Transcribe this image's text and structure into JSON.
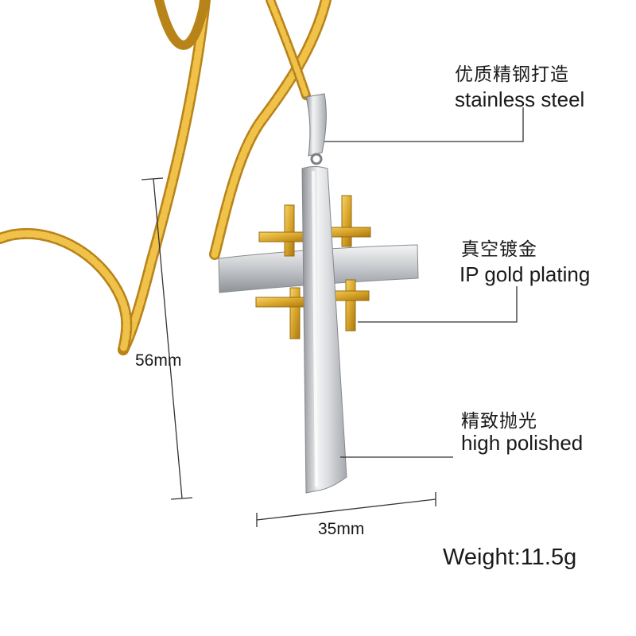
{
  "callouts": {
    "steel": {
      "zh": "优质精钢打造",
      "en": "stainless steel"
    },
    "gold": {
      "zh": "真空镀金",
      "en": "IP gold plating"
    },
    "polish": {
      "zh": "精致抛光",
      "en": "high polished"
    }
  },
  "dimensions": {
    "height": "56mm",
    "width": "35mm"
  },
  "weight": "Weight:11.5g",
  "colors": {
    "gold": "#d9a62a",
    "steel": "#c9ccd0",
    "line": "#333333"
  }
}
